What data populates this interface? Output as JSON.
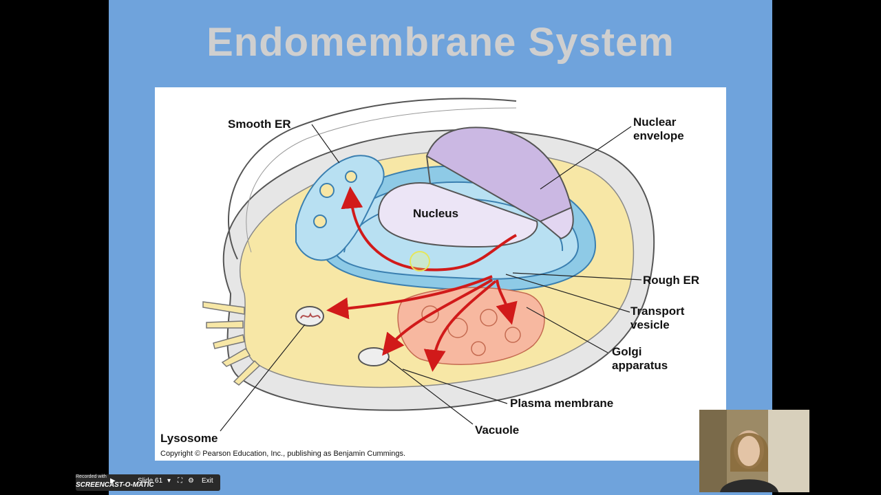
{
  "slide": {
    "title": "Endomembrane System"
  },
  "figure": {
    "labels": {
      "smooth_er": "Smooth ER",
      "nuclear_envelope_1": "Nuclear",
      "nuclear_envelope_2": "envelope",
      "nucleus": "Nucleus",
      "rough_er": "Rough ER",
      "transport_vesicle_1": "Transport",
      "transport_vesicle_2": "vesicle",
      "golgi_1": "Golgi",
      "golgi_2": "apparatus",
      "plasma_membrane": "Plasma membrane",
      "vacuole": "Vacuole",
      "lysosome": "Lysosome"
    },
    "copyright": "Copyright © Pearson Education, Inc., publishing as Benjamin Cummings."
  },
  "recorder": {
    "recorded_with": "Recorded with",
    "brand": "SCREENCAST-O-MATIC",
    "slide_label": "Slide 61",
    "exit_label": "Exit"
  },
  "colors": {
    "slide_bg": "#6fa3dc",
    "title": "#cfcfcf",
    "cytoplasm": "#f7e7a6",
    "er": "#8ecae6",
    "nucleus": "#cbb8e3",
    "golgi": "#f7b8a0",
    "arrows": "#d11a1a"
  }
}
